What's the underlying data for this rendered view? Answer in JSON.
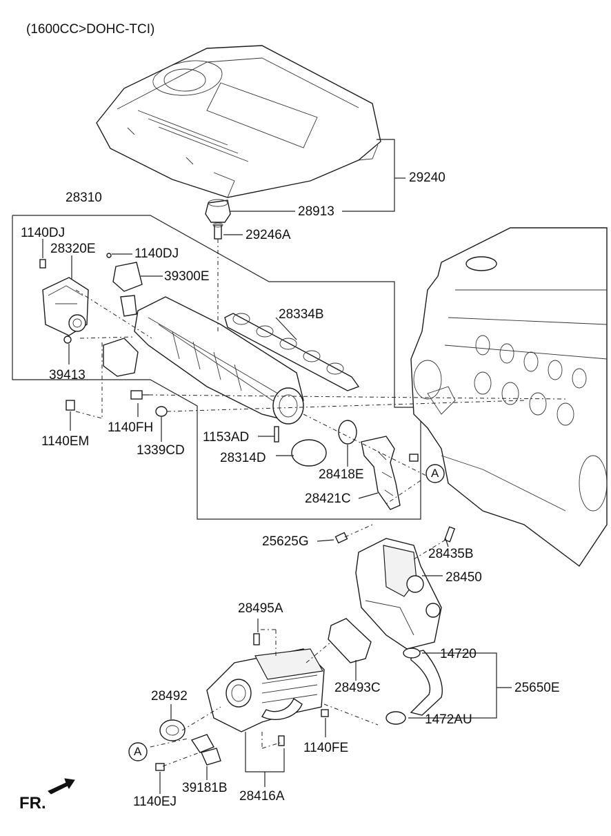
{
  "header": {
    "engine_spec": "(1600CC>DOHC-TCI)"
  },
  "orientation": {
    "front_label": "FR."
  },
  "reference_marks": {
    "a_upper": "A",
    "a_lower": "A"
  },
  "parts": {
    "p29240": "29240",
    "p28913": "28913",
    "p29246A": "29246A",
    "p28310": "28310",
    "p1140DJ_left": "1140DJ",
    "p28320E": "28320E",
    "p1140DJ_mid": "1140DJ",
    "p39300E": "39300E",
    "p28334B": "28334B",
    "p39413": "39413",
    "p1140FH": "1140FH",
    "p1140EM": "1140EM",
    "p1339CD": "1339CD",
    "p1153AD": "1153AD",
    "p28314D": "28314D",
    "p28418E": "28418E",
    "p28421C": "28421C",
    "p25625G": "25625G",
    "p28435B": "28435B",
    "p28450": "28450",
    "p28495A": "28495A",
    "p28493C": "28493C",
    "p14720": "14720",
    "p25650E": "25650E",
    "p28492": "28492",
    "p1472AU": "1472AU",
    "p1140FE": "1140FE",
    "p39181B": "39181B",
    "p1140EJ": "1140EJ",
    "p28416A": "28416A"
  }
}
